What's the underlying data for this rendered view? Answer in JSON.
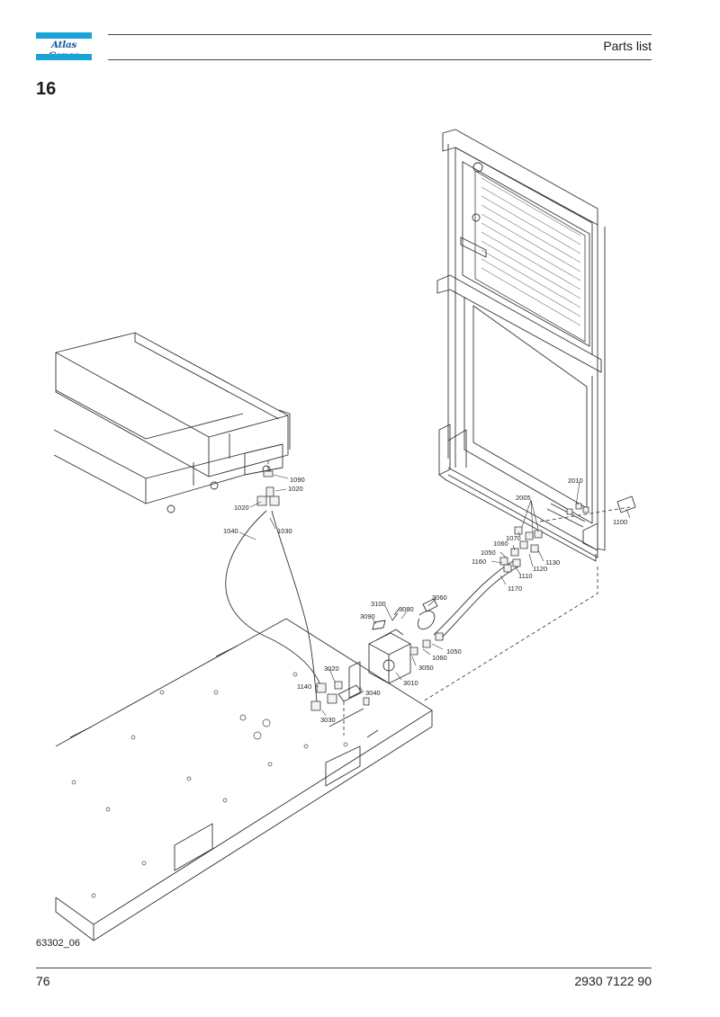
{
  "header": {
    "logo_text": "Atlas Copco",
    "title": "Parts list"
  },
  "section_number": "16",
  "figure": {
    "reference": "63302_06",
    "callouts": [
      "2010",
      "2005",
      "1100",
      "1070",
      "1060",
      "1050",
      "1130",
      "1120",
      "1160",
      "1110",
      "1170",
      "1090",
      "1020",
      "1020",
      "1040",
      "1030",
      "3100",
      "3080",
      "3060",
      "3090",
      "1050",
      "1060",
      "3050",
      "3010",
      "3020",
      "1140",
      "3040",
      "3030"
    ]
  },
  "footer": {
    "page_number": "76",
    "document_number": "2930 7122 90"
  },
  "colors": {
    "logo_blue": "#1aa3d6",
    "logo_text": "#1a5a9a"
  }
}
